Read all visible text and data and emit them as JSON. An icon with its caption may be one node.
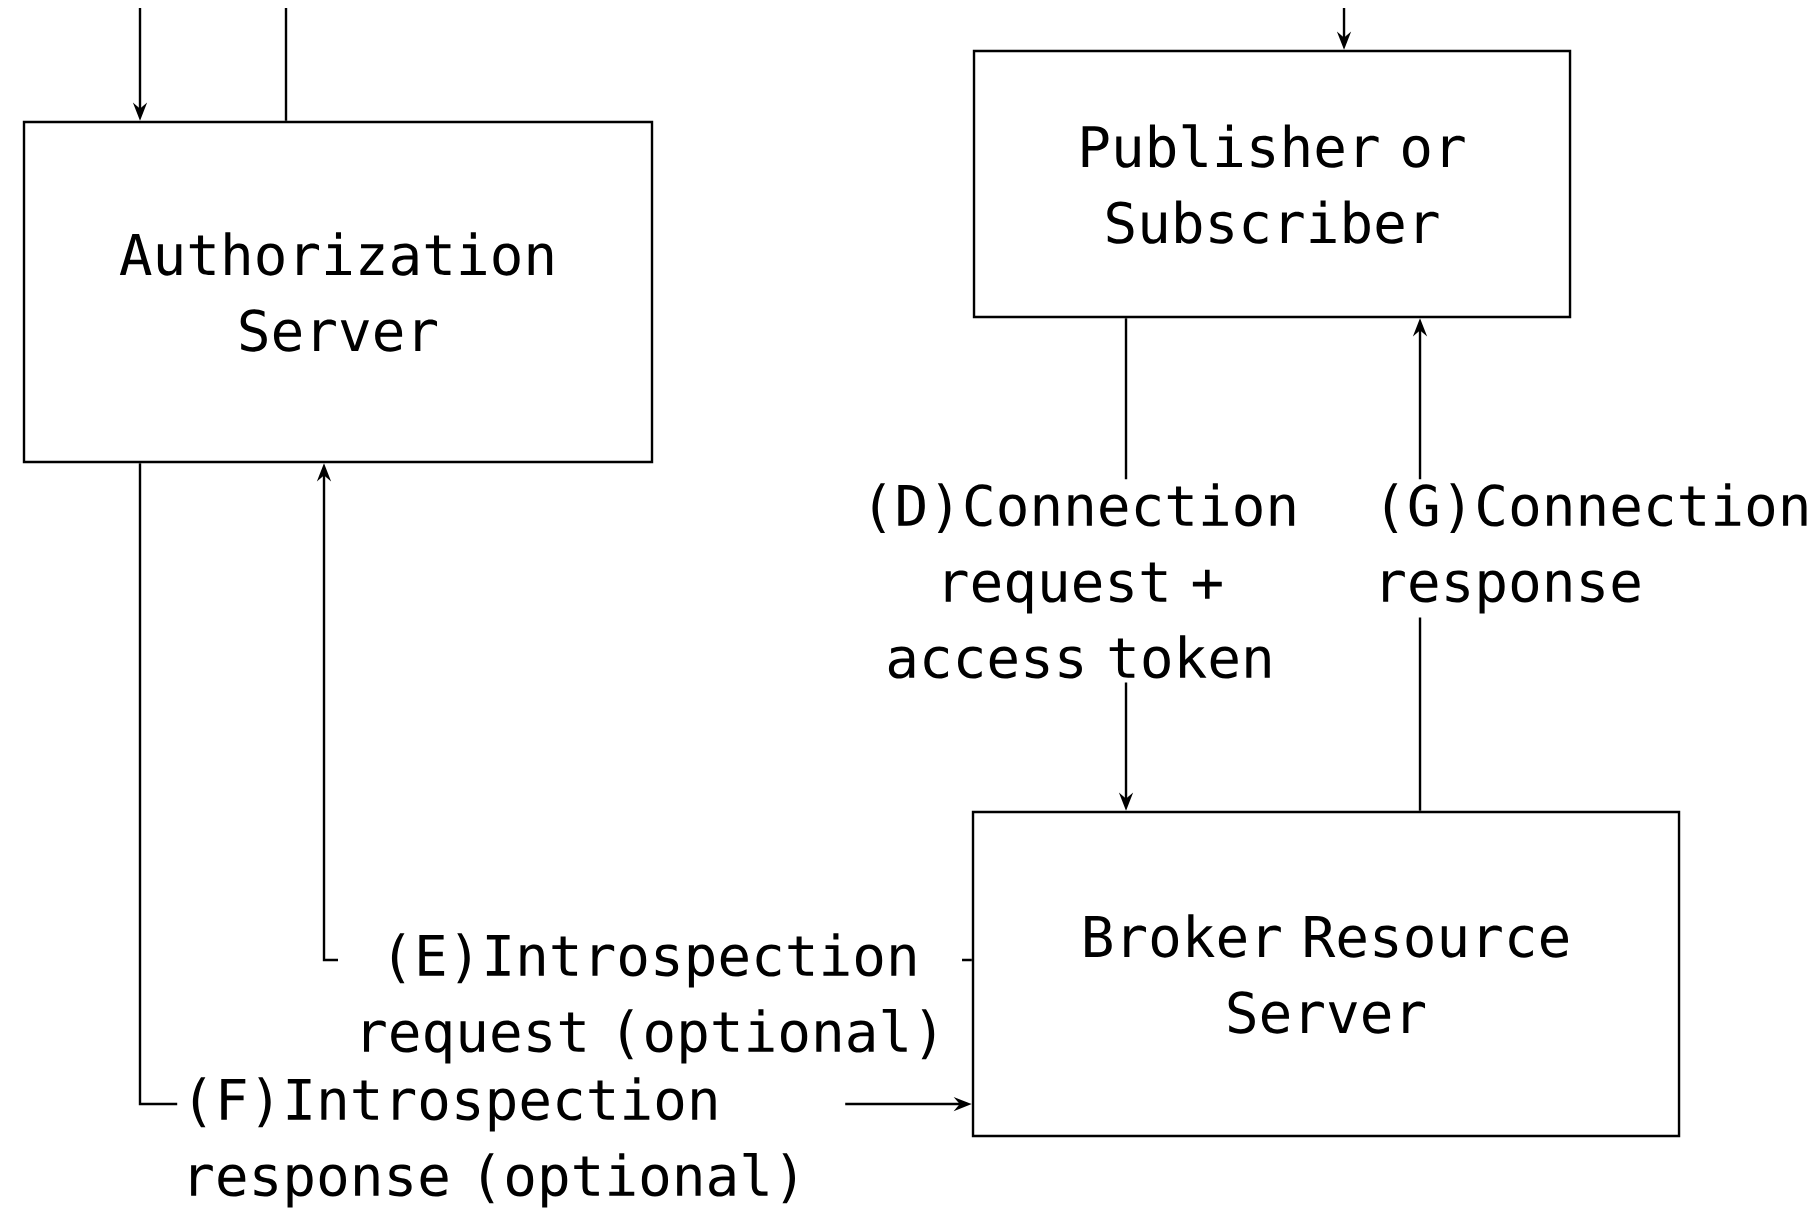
{
  "diagram": {
    "nodes": [
      {
        "text": [
          "Authorization Server"
        ]
      },
      {
        "text": [
          "Publisher or Subscriber"
        ]
      },
      {
        "text": [
          "Broker Resource Server"
        ]
      }
    ],
    "edges": [
      {
        "from": null,
        "to": 0,
        "arrow": "to"
      },
      {
        "from": 0,
        "to": null,
        "arrow": "none"
      },
      {
        "from": null,
        "to": 1,
        "arrow": "to"
      },
      {
        "from": 1,
        "to": 2,
        "arrow": "to",
        "label": "(D)Connection request + access token"
      },
      {
        "from": 2,
        "to": 1,
        "arrow": "to",
        "label": "(G)Connection response"
      },
      {
        "from": 2,
        "to": 0,
        "arrow": "to",
        "label": "(E)Introspection request (optional)"
      },
      {
        "from": 0,
        "to": 2,
        "arrow": "to",
        "label": "(F)Introspection response (optional)"
      }
    ]
  }
}
